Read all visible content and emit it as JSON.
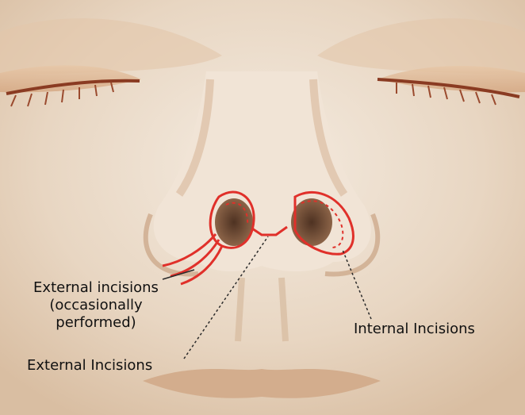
{
  "labels": {
    "external_occasional_line1": "External incisions",
    "external_occasional_line2": "(occasionally",
    "external_occasional_line3": "performed)",
    "external": "External Incisions",
    "internal": "Internal Incisions"
  },
  "colors": {
    "skin": "#eadbc8",
    "skin_shadow": "#c59c7a",
    "nostril": "#6b4a34",
    "incision": "#e0302a",
    "leader": "#2a2a2a"
  }
}
